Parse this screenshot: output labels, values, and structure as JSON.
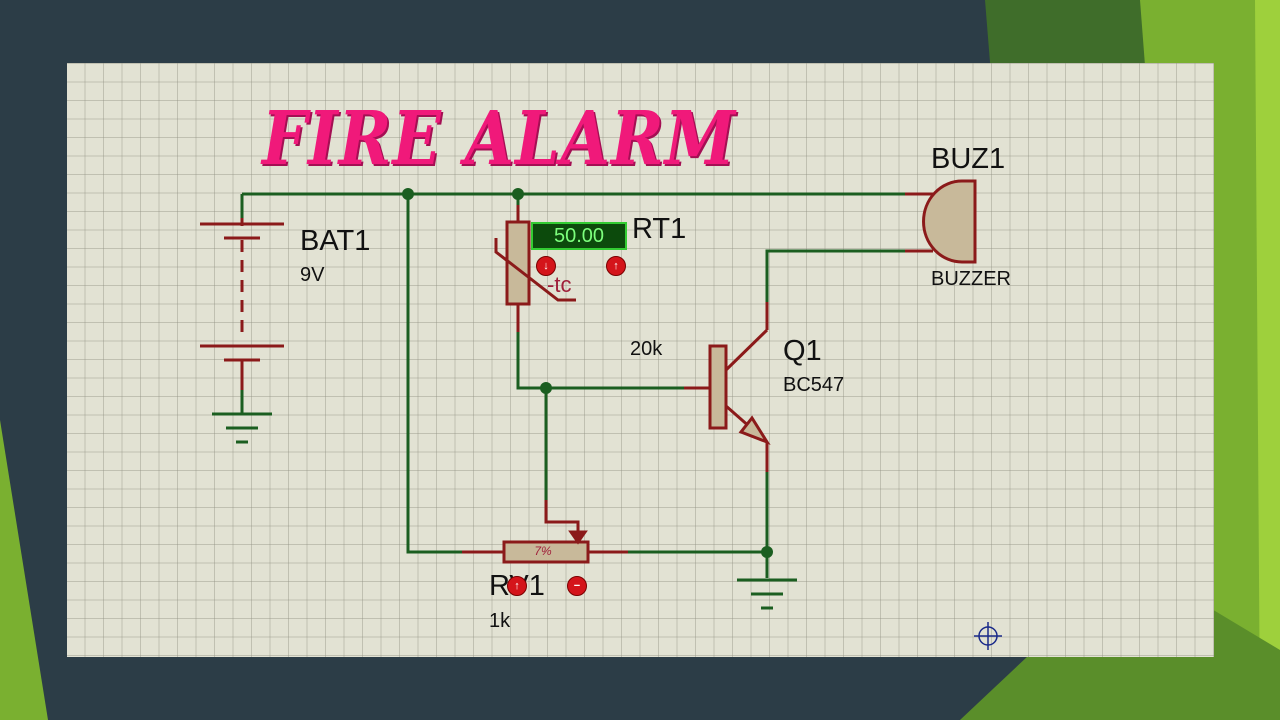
{
  "title": "FIRE ALARM",
  "components": {
    "battery": {
      "ref": "BAT1",
      "value": "9V"
    },
    "thermistor": {
      "ref": "RT1",
      "reading": "50.00",
      "type_label": "-tc",
      "value": "20k"
    },
    "buzzer": {
      "ref": "BUZ1",
      "type": "BUZZER"
    },
    "transistor": {
      "ref": "Q1",
      "model": "BC547"
    },
    "potentiometer": {
      "ref": "RV1",
      "value": "1k",
      "setting": "7%"
    }
  },
  "colors": {
    "wire": "#1b5e20",
    "component": "#8b1a1a",
    "title": "#f0197a",
    "sheet": "#e2e2d3",
    "slide_green": "#7ab030"
  },
  "icons": {
    "control_down": "↓",
    "control_up": "↑",
    "control_minus": "−",
    "cursor": "crosshair-icon"
  }
}
